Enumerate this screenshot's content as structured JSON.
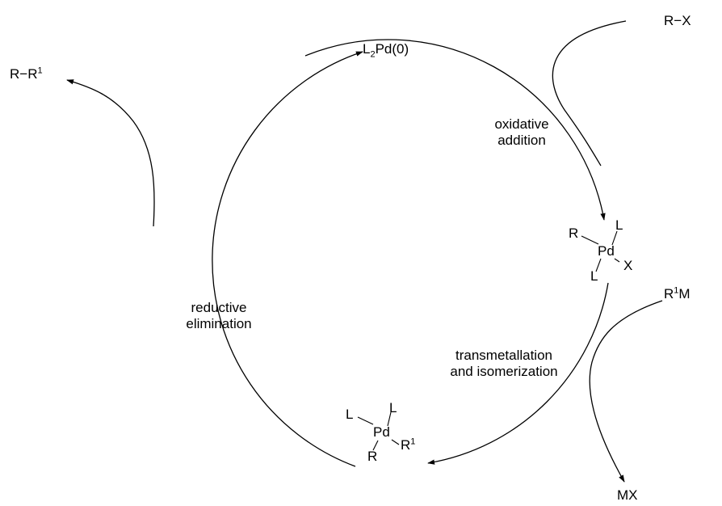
{
  "catalyst": {
    "text": "L",
    "sub": "2",
    "rest": "Pd(0)"
  },
  "reagents": {
    "aryl_halide": "R−X",
    "organometallic": {
      "a": "R",
      "sup": "1",
      "b": "M"
    },
    "byproduct": "MX",
    "product": {
      "a": "R−R",
      "sup": "1"
    }
  },
  "steps": {
    "oxidative_addition": [
      "oxidative",
      "addition"
    ],
    "transmetallation": [
      "transmetallation",
      "and isomerization"
    ],
    "reductive_elimination": [
      "reductive",
      "elimination"
    ]
  },
  "complex_ox": {
    "R": "R",
    "L_top": "L",
    "Pd": "Pd",
    "X": "X",
    "L_bottom": "L"
  },
  "complex_trans": {
    "L_left": "L",
    "L_top": "L",
    "Pd": "Pd",
    "R": "R",
    "R1": "R",
    "R1_sup": "1"
  }
}
